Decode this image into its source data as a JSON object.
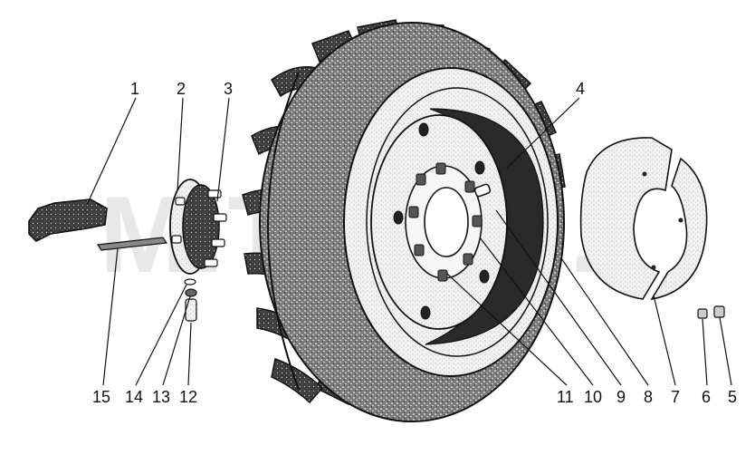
{
  "watermark": "MITRO ...",
  "callouts": [
    {
      "id": "label-1",
      "text": "1"
    },
    {
      "id": "label-2",
      "text": "2"
    },
    {
      "id": "label-3",
      "text": "3"
    },
    {
      "id": "label-4",
      "text": "4"
    },
    {
      "id": "label-5",
      "text": "5"
    },
    {
      "id": "label-6",
      "text": "6"
    },
    {
      "id": "label-7",
      "text": "7"
    },
    {
      "id": "label-8",
      "text": "8"
    },
    {
      "id": "label-9",
      "text": "9"
    },
    {
      "id": "label-10",
      "text": "10"
    },
    {
      "id": "label-11",
      "text": "11"
    },
    {
      "id": "label-12",
      "text": "12"
    },
    {
      "id": "label-13",
      "text": "13"
    },
    {
      "id": "label-14",
      "text": "14"
    },
    {
      "id": "label-15",
      "text": "15"
    }
  ],
  "colors": {
    "ink": "#111111",
    "paper": "#ffffff",
    "watermark": "#e8e8e8",
    "rubber": "#555555"
  }
}
